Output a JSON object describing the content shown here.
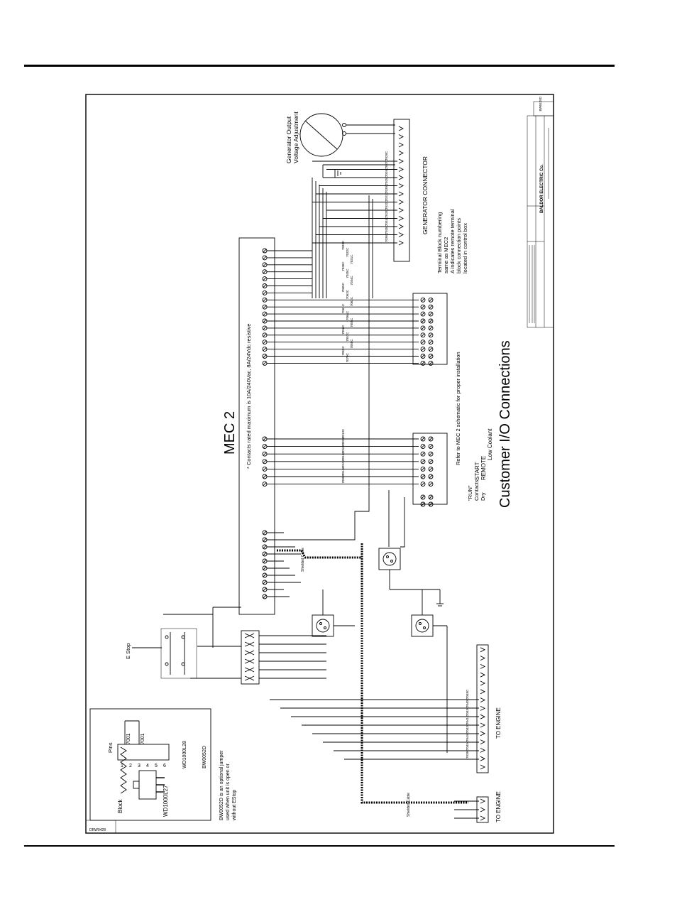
{
  "drawing": {
    "number_top": "BW0428D",
    "number_bottom": "DRW0428",
    "company": "BALDOR ELECTRIC Co.",
    "title_main": "MEC 2",
    "title_sub": "Customer I/O Connections",
    "note_contacts": "* Contacts rated maximum is 10A/240Vac, 8A/24Vdc resistive",
    "note_refer": "Refer to MEC 2 schematic for proper installation",
    "note_terminal": [
      "Terminal Block numbering",
      "same as MEC2",
      "A indicates remote terminal",
      "block connection points",
      "located in control box"
    ],
    "gen_connector": "GENERATOR CONNECTOR",
    "gen_adjust": [
      "Generator Output",
      "Voltage Adjustment"
    ],
    "to_engine": "TO ENGINE",
    "estop": "E Stop",
    "low_coolant": "Low Coolant",
    "remote_start": [
      "START",
      "REMOTE"
    ],
    "dry_contacts": [
      "\"RUN\"",
      "Contacts",
      "Dry"
    ],
    "shielded_cable": "Shielded Cable",
    "jumper_note": [
      "BW0052D is an optional jumper",
      "used when unit is open or",
      "without EStop"
    ],
    "jumper_part": "BW0052D",
    "pins_label": "Pins",
    "block_label": "Block",
    "part_block": "WD1000L27",
    "part_pins": "WD1000L28",
    "pin_numbers": [
      "1",
      "2",
      "3",
      "4",
      "5",
      "6"
    ],
    "pin_wire": "7001"
  },
  "wires": {
    "upper_block": [
      "7033C",
      "7032C",
      "7031C",
      "7036C",
      "7035C",
      "7034C",
      "7065C",
      "7063C",
      "7062C",
      "7061C",
      "7064C",
      "7055C",
      "7056C",
      "7057C",
      "7058C",
      "7059C",
      "7070C"
    ],
    "lower_block": [
      "7013C",
      "7002C",
      "7011C",
      "7016C",
      "7015C",
      "7014C",
      "7000C"
    ],
    "engine_wires": [
      "7048C",
      "7040C",
      "7043C",
      "7041C",
      "7042C",
      "7044C",
      "7045C",
      "7038C"
    ],
    "gen_wires": [
      "7036C",
      "7035C",
      "7034C",
      "7033C",
      "7032C",
      "7031C",
      "7030C",
      "7025C",
      "7026C",
      "7027C",
      "7028C"
    ]
  },
  "colors": {
    "ink": "#000000",
    "paper": "#ffffff"
  }
}
